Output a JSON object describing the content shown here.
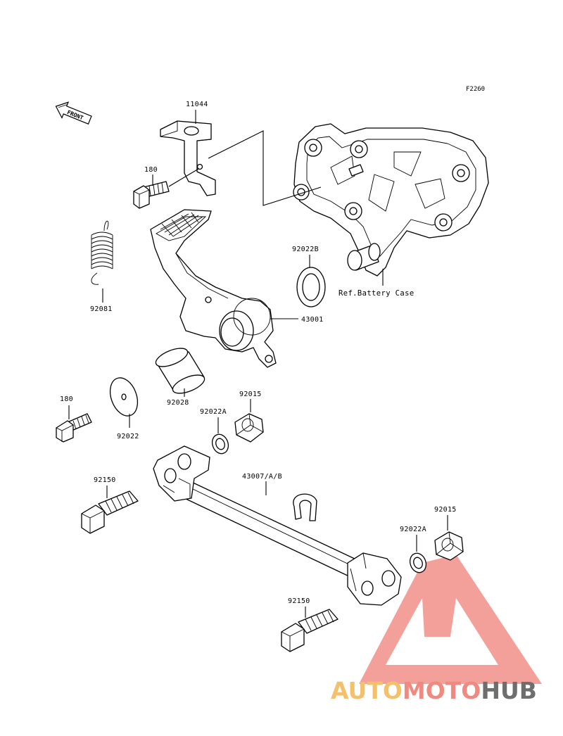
{
  "diagram": {
    "code": "F2260",
    "front_label": "FRONT",
    "reference_label": "Ref.Battery Case",
    "parts": [
      {
        "number": "11044"
      },
      {
        "number": "180"
      },
      {
        "number": "92081"
      },
      {
        "number": "92022B"
      },
      {
        "number": "43001"
      },
      {
        "number": "92028"
      },
      {
        "number": "180"
      },
      {
        "number": "92022"
      },
      {
        "number": "92022A"
      },
      {
        "number": "92015"
      },
      {
        "number": "92150"
      },
      {
        "number": "43007/A/B"
      },
      {
        "number": "92015"
      },
      {
        "number": "92022A"
      },
      {
        "number": "92150"
      }
    ]
  },
  "watermark": {
    "part1": "AUTO",
    "part2": "MOTO",
    "part3": "HUB",
    "colors": {
      "auto": "#f4c06a",
      "moto": "#f08a80",
      "hub": "#6e6e6e",
      "triangle": "#f07b73"
    }
  }
}
